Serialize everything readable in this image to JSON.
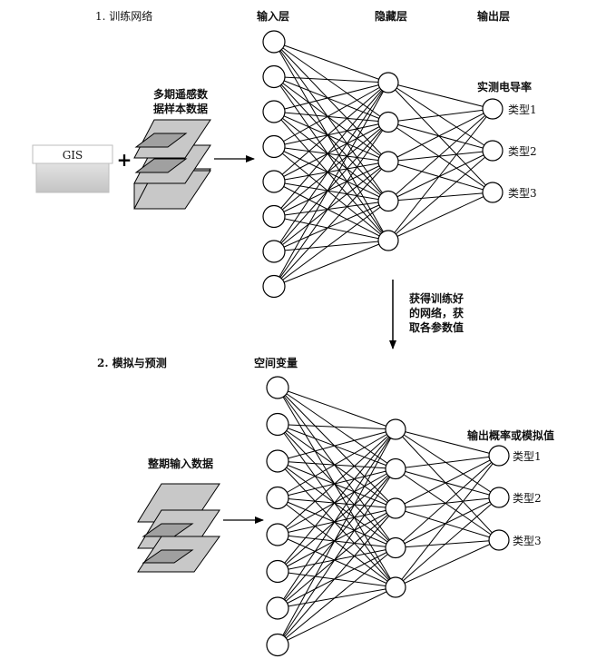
{
  "section1": {
    "title": "1. 训练网络",
    "input_layer_label": "输入层",
    "hidden_layer_label": "隐藏层",
    "output_layer_label": "输出层",
    "gis_label": "GIS",
    "plus_sign": "+",
    "sample_data_label": [
      "多期遥感数",
      "据样本数据"
    ],
    "output_title": "实测电导率",
    "output_classes": [
      "类型1",
      "类型2",
      "类型3"
    ]
  },
  "transition": {
    "text": [
      "获得训练好",
      "的网络，获",
      "取各参数值"
    ]
  },
  "section2": {
    "title": "2. 模拟与预测",
    "input_layer_label": "空间变量",
    "input_data_label": "整期输入数据",
    "output_title": "输出概率或模拟值",
    "output_classes": [
      "类型1",
      "类型2",
      "类型3"
    ]
  },
  "colors": {
    "gis_box": "#d9d9d9",
    "layer_fill": "#c8c8c8",
    "layer_dark": "#a0a0a0"
  }
}
